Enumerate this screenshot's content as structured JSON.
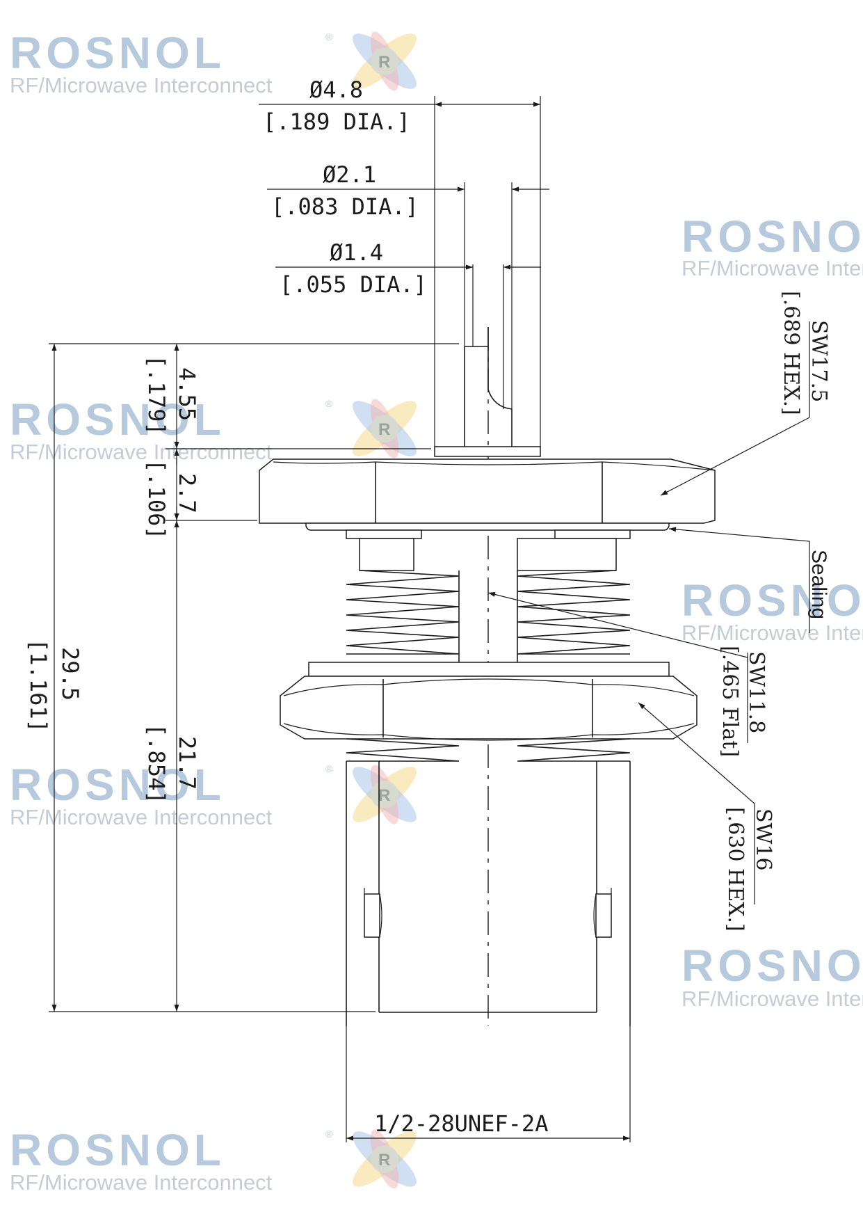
{
  "watermark": {
    "brand": "ROSNOL",
    "tagline": "RF/Microwave Interconnect",
    "registered": "®",
    "colors": {
      "brand": "#b7c9dd",
      "tagline": "#c4ccd6"
    }
  },
  "dimensions": {
    "d48": {
      "mm": "Ø4.8",
      "inch": "[.189 DIA.]"
    },
    "d21": {
      "mm": "Ø2.1",
      "inch": "[.083 DIA.]"
    },
    "d14": {
      "mm": "Ø1.4",
      "inch": "[.055 DIA.]"
    },
    "h455": {
      "mm": "4.55",
      "inch": "[.179]"
    },
    "h27": {
      "mm": "2.7",
      "inch": "[.106]"
    },
    "h295": {
      "mm": "29.5",
      "inch": "[1.161]"
    },
    "h217": {
      "mm": "21.7",
      "inch": "[.854]"
    },
    "thread": "1/2-28UNEF-2A"
  },
  "callouts": {
    "hex_top": {
      "size": "SW17.5",
      "desc": "[.689 HEX.]"
    },
    "sealing": "Sealing",
    "flat": {
      "size": "SW11.8",
      "desc": "[.465 Flat]"
    },
    "hex_nut": {
      "size": "SW16",
      "desc": "[.630 HEX.]"
    }
  }
}
